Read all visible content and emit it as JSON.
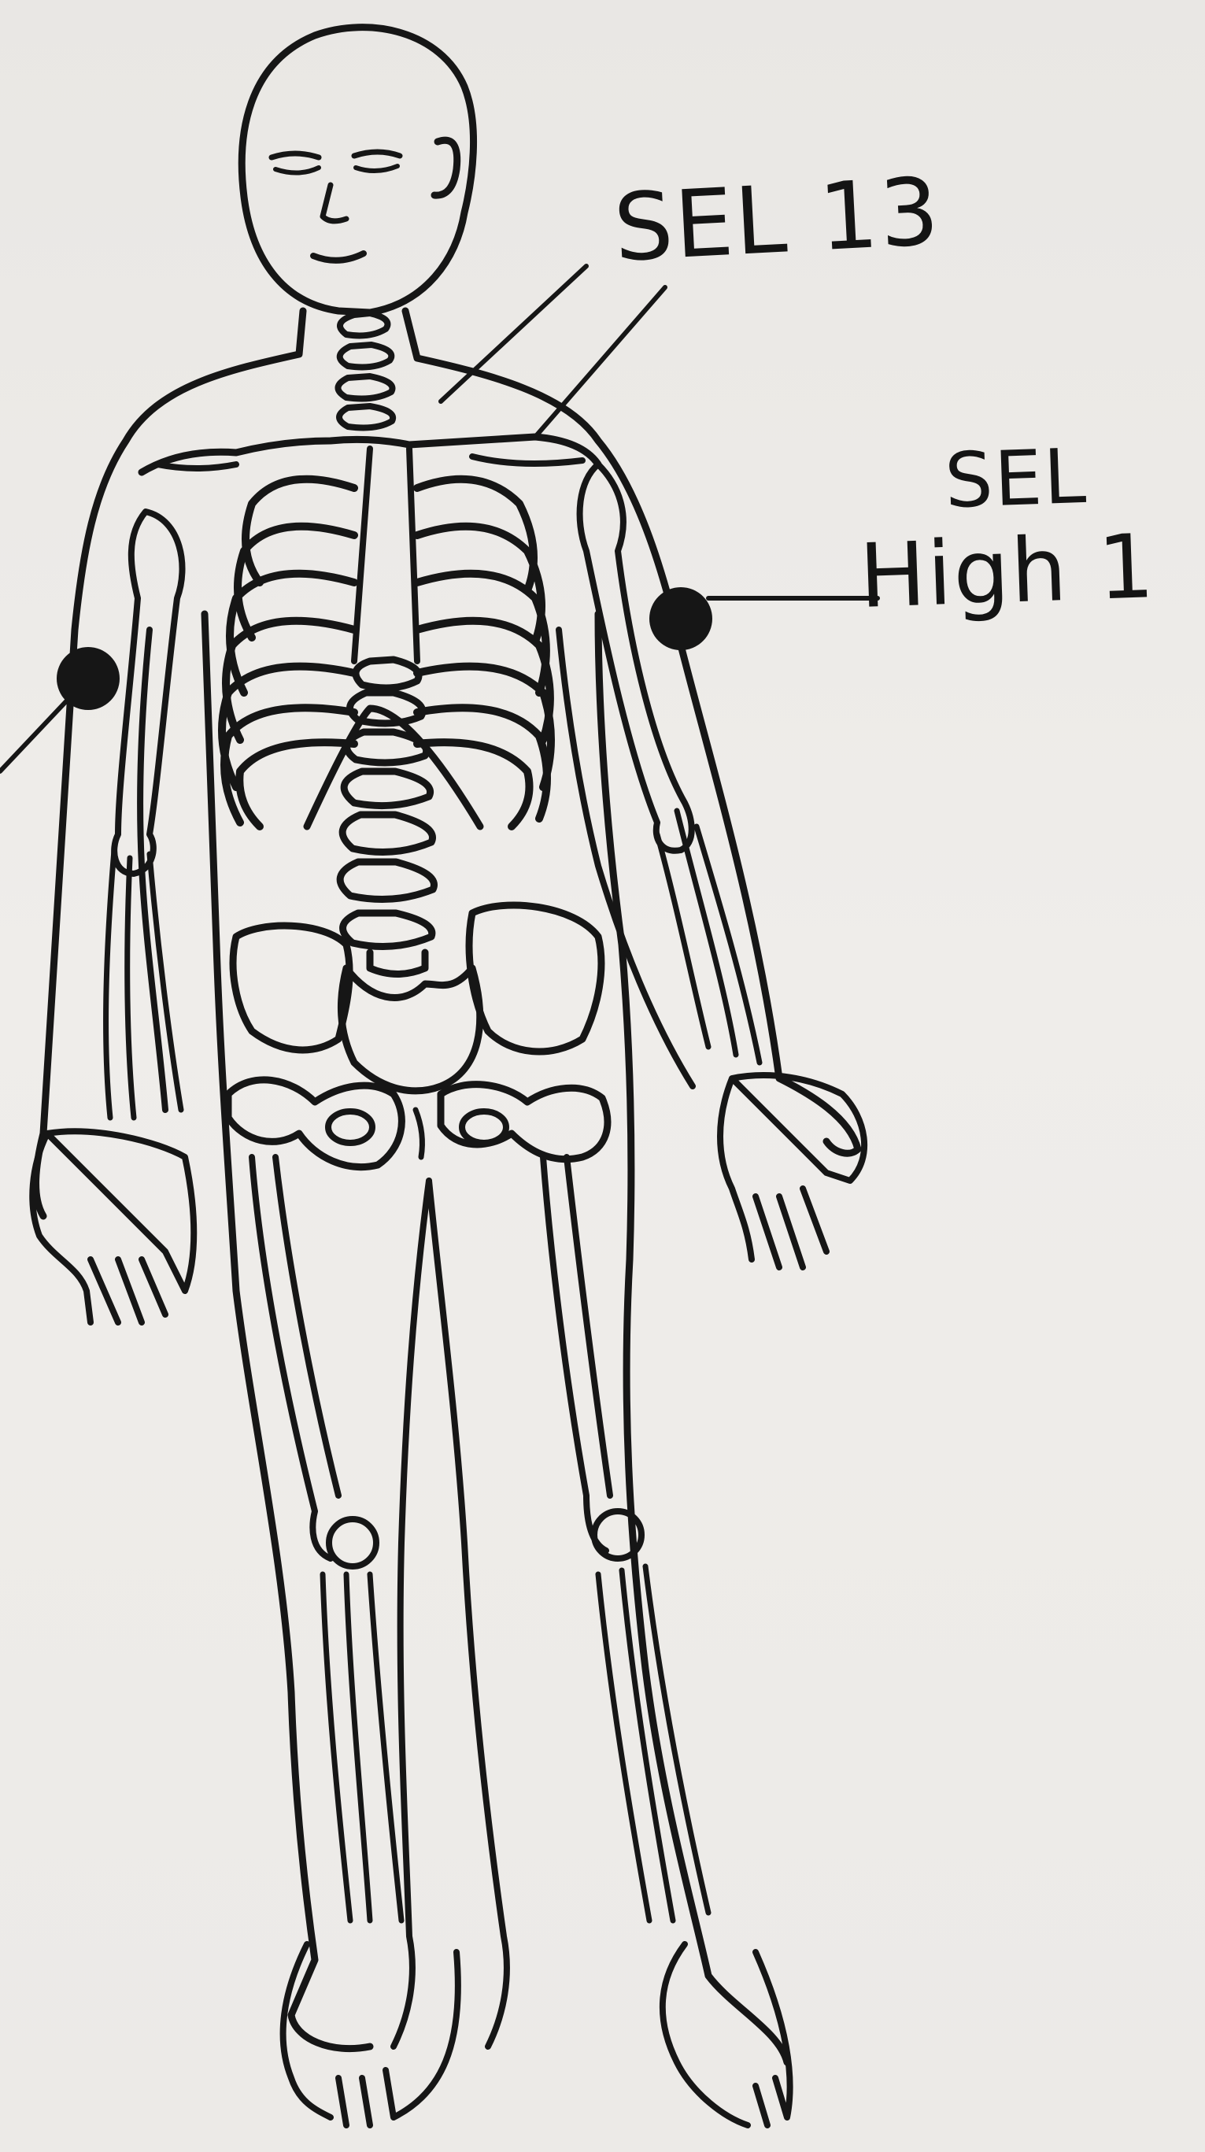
{
  "labels": {
    "sel13": "SEL 13",
    "sel_high1_line1": "SEL",
    "sel_high1_line2": "High 1"
  },
  "colors": {
    "paper": "#ebe9e6",
    "ink": "#161616"
  }
}
